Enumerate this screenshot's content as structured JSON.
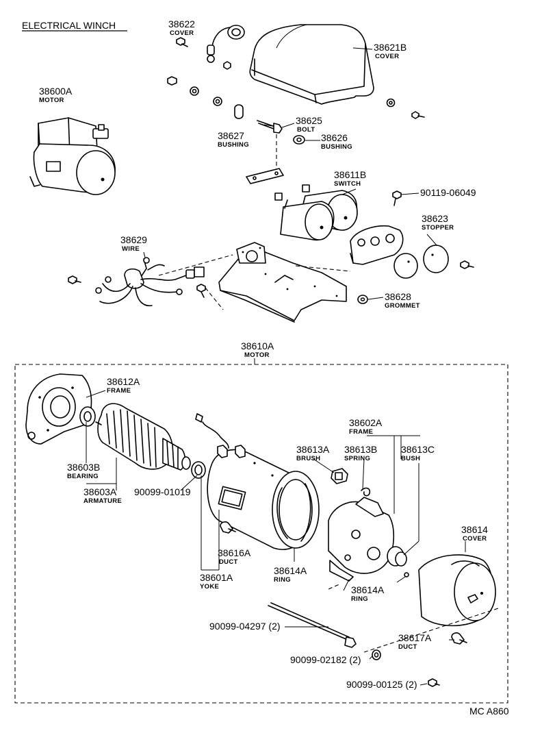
{
  "title": "ELECTRICAL WINCH",
  "code": "MC A860",
  "parts": {
    "p38622": {
      "num": "38622",
      "name": "COVER"
    },
    "p38621B": {
      "num": "38621B",
      "name": "COVER"
    },
    "p38600A": {
      "num": "38600A",
      "name": "MOTOR"
    },
    "p38625": {
      "num": "38625",
      "name": "BOLT"
    },
    "p38627": {
      "num": "38627",
      "name": "BUSHING"
    },
    "p38626": {
      "num": "38626",
      "name": "BUSHING"
    },
    "p38611B": {
      "num": "38611B",
      "name": "SWITCH"
    },
    "p90119": {
      "num": "90119-06049"
    },
    "p38623": {
      "num": "38623",
      "name": "STOPPER"
    },
    "p38629": {
      "num": "38629",
      "name": "WIRE"
    },
    "p38628": {
      "num": "38628",
      "name": "GROMMET"
    },
    "p38610A": {
      "num": "38610A",
      "name": "MOTOR"
    },
    "p38612A": {
      "num": "38612A",
      "name": "FRAME"
    },
    "p38602A": {
      "num": "38602A",
      "name": "FRAME"
    },
    "p38613A": {
      "num": "38613A",
      "name": "BRUSH"
    },
    "p38613B": {
      "num": "38613B",
      "name": "SPRING"
    },
    "p38613C": {
      "num": "38613C",
      "name": "BUSH"
    },
    "p38603B": {
      "num": "38603B",
      "name": "BEARING"
    },
    "p38603A": {
      "num": "38603A",
      "name": "ARMATURE"
    },
    "p90099_01019": {
      "num": "90099-01019"
    },
    "p38614": {
      "num": "38614",
      "name": "COVER"
    },
    "p38616A": {
      "num": "38616A",
      "name": "DUCT"
    },
    "p38614A_1": {
      "num": "38614A",
      "name": "RING"
    },
    "p38601A": {
      "num": "38601A",
      "name": "YOKE"
    },
    "p38614A_2": {
      "num": "38614A",
      "name": "RING"
    },
    "p90099_04297": {
      "num": "90099-04297 (2)"
    },
    "p38617A": {
      "num": "38617A",
      "name": "DUCT"
    },
    "p90099_02182": {
      "num": "90099-02182 (2)"
    },
    "p90099_00125": {
      "num": "90099-00125 (2)"
    }
  }
}
